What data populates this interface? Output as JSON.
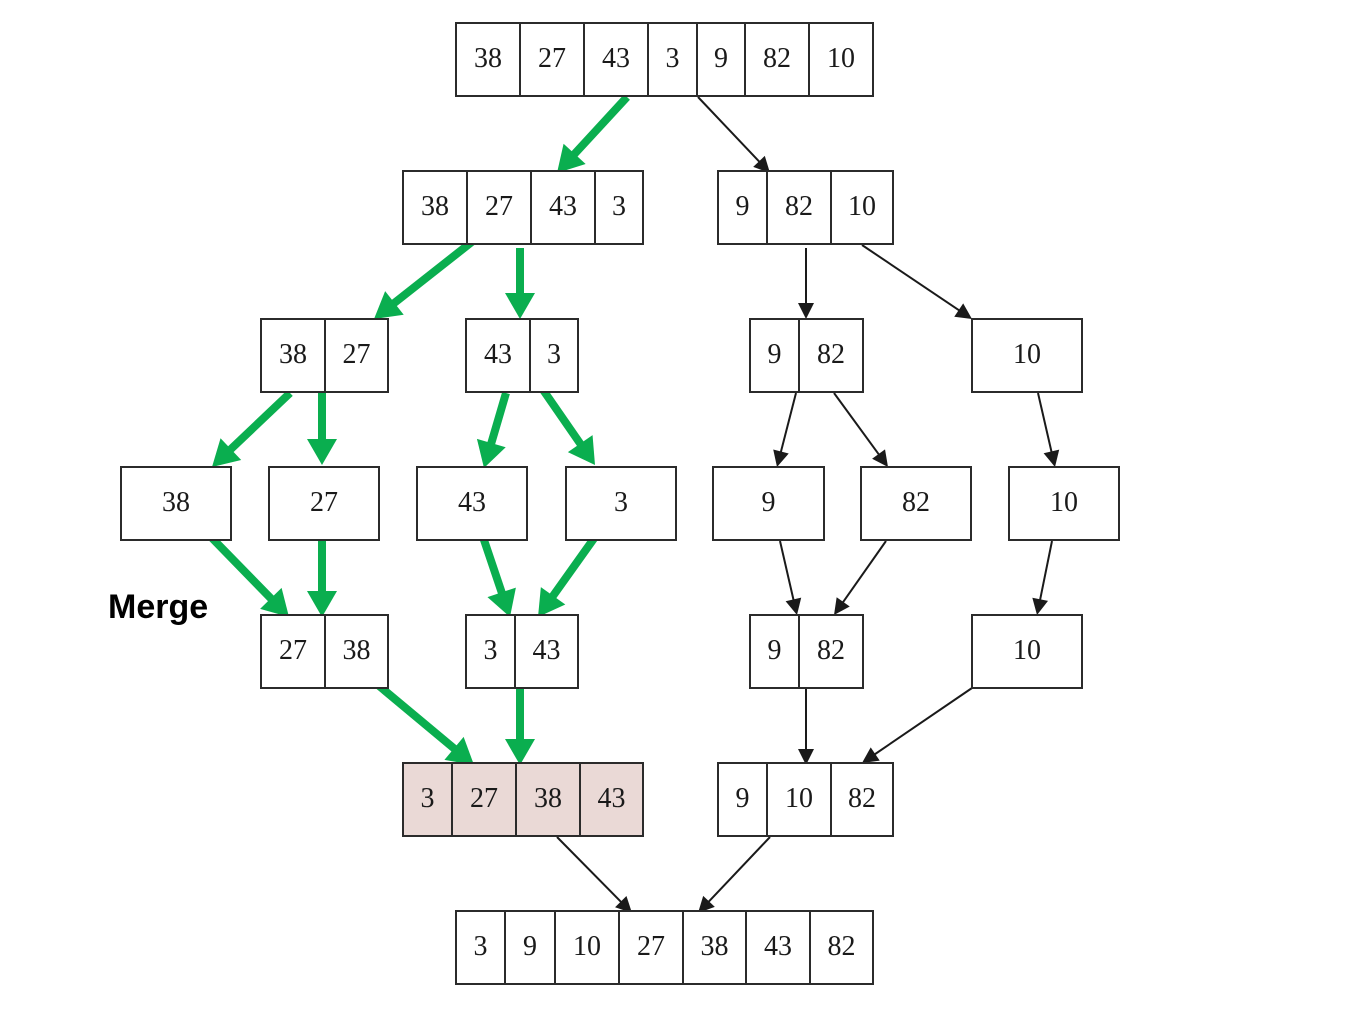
{
  "label": "Merge",
  "colors": {
    "green_arrow": "#0aae4f",
    "black_arrow": "#1a1a1a",
    "highlight": "#ead9d6",
    "border": "#2b2b2b"
  },
  "arrays": [
    {
      "id": "root",
      "values": [
        "38",
        "27",
        "43",
        "3",
        "9",
        "82",
        "10"
      ],
      "highlight": false
    },
    {
      "id": "left-half",
      "values": [
        "38",
        "27",
        "43",
        "3"
      ],
      "highlight": false
    },
    {
      "id": "right-half",
      "values": [
        "9",
        "82",
        "10"
      ],
      "highlight": false
    },
    {
      "id": "left-quarter-a",
      "values": [
        "38",
        "27"
      ],
      "highlight": false
    },
    {
      "id": "left-quarter-b",
      "values": [
        "43",
        "3"
      ],
      "highlight": false
    },
    {
      "id": "right-quarter-a",
      "values": [
        "9",
        "82"
      ],
      "highlight": false
    },
    {
      "id": "right-quarter-b",
      "values": [
        "10"
      ],
      "highlight": false
    },
    {
      "id": "single-38",
      "values": [
        "38"
      ],
      "highlight": false
    },
    {
      "id": "single-27",
      "values": [
        "27"
      ],
      "highlight": false
    },
    {
      "id": "single-43",
      "values": [
        "43"
      ],
      "highlight": false
    },
    {
      "id": "single-3",
      "values": [
        "3"
      ],
      "highlight": false
    },
    {
      "id": "single-9",
      "values": [
        "9"
      ],
      "highlight": false
    },
    {
      "id": "single-82",
      "values": [
        "82"
      ],
      "highlight": false
    },
    {
      "id": "single-10",
      "values": [
        "10"
      ],
      "highlight": false
    },
    {
      "id": "merged-27-38",
      "values": [
        "27",
        "38"
      ],
      "highlight": false
    },
    {
      "id": "merged-3-43",
      "values": [
        "3",
        "43"
      ],
      "highlight": false
    },
    {
      "id": "merged-9-82",
      "values": [
        "9",
        "82"
      ],
      "highlight": false
    },
    {
      "id": "merged-10",
      "values": [
        "10"
      ],
      "highlight": false
    },
    {
      "id": "merged-left-half",
      "values": [
        "3",
        "27",
        "38",
        "43"
      ],
      "highlight": true
    },
    {
      "id": "merged-right-half",
      "values": [
        "9",
        "10",
        "82"
      ],
      "highlight": false
    },
    {
      "id": "sorted-result",
      "values": [
        "3",
        "9",
        "10",
        "27",
        "38",
        "43",
        "82"
      ],
      "highlight": false
    }
  ],
  "arrows": [
    {
      "style": "green"
    },
    {
      "style": "black"
    },
    {
      "style": "green"
    },
    {
      "style": "green"
    },
    {
      "style": "black"
    },
    {
      "style": "black"
    },
    {
      "style": "green"
    },
    {
      "style": "green"
    },
    {
      "style": "green"
    },
    {
      "style": "green"
    },
    {
      "style": "black"
    },
    {
      "style": "black"
    },
    {
      "style": "black"
    },
    {
      "style": "green"
    },
    {
      "style": "green"
    },
    {
      "style": "green"
    },
    {
      "style": "green"
    },
    {
      "style": "black"
    },
    {
      "style": "black"
    },
    {
      "style": "black"
    },
    {
      "style": "green"
    },
    {
      "style": "green"
    },
    {
      "style": "black"
    },
    {
      "style": "black"
    },
    {
      "style": "black"
    },
    {
      "style": "black"
    }
  ]
}
